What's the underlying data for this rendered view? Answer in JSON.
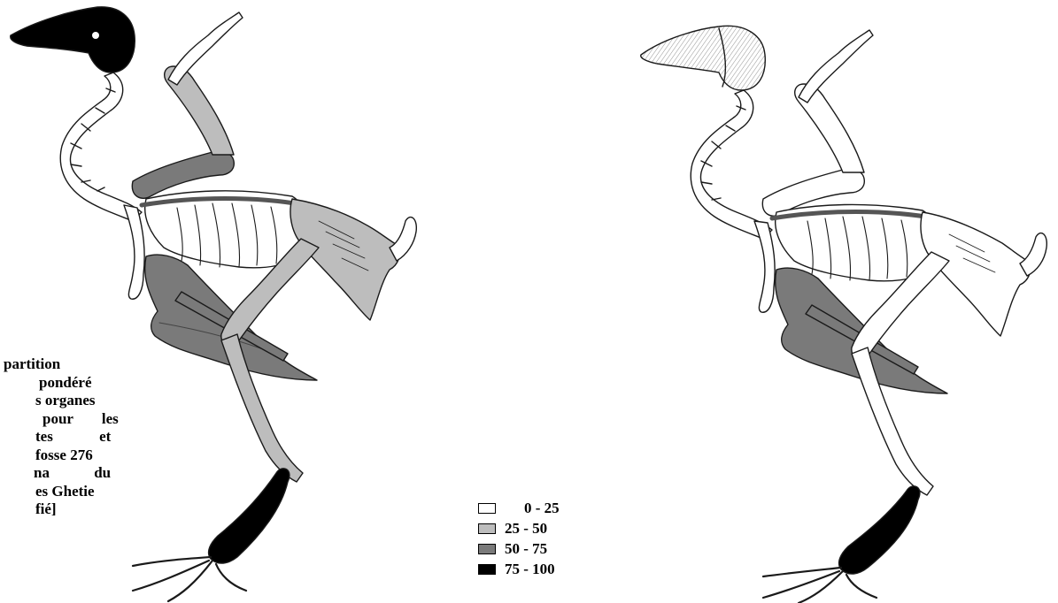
{
  "caption": {
    "lines": [
      "partition",
      "pondéré",
      "s organes",
      "pour les",
      "tes et",
      "fosse 276",
      "na du",
      "es Ghetie",
      "fié]"
    ]
  },
  "legend": {
    "items": [
      {
        "label": "0 - 25",
        "color": "#ffffff"
      },
      {
        "label": "25 - 50",
        "color": "#bdbdbd"
      },
      {
        "label": "50 - 75",
        "color": "#7a7a7a"
      },
      {
        "label": "75 - 100",
        "color": "#000000"
      }
    ]
  },
  "colors": {
    "outline": "#1a1a1a",
    "bone_white": "#ffffff"
  }
}
